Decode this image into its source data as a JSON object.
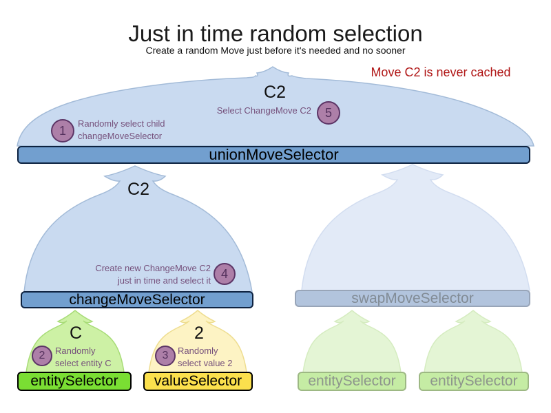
{
  "header": {
    "title": "Just in time random selection",
    "subtitle": "Create a random Move just before it's needed and no sooner"
  },
  "warning": "Move C2 is never cached",
  "union_selector": {
    "bar_label": "unionMoveSelector",
    "selected_move": "C2"
  },
  "change_selector": {
    "bar_label": "changeMoveSelector",
    "selected_move": "C2"
  },
  "swap_selector": {
    "bar_label": "swapMoveSelector"
  },
  "entity_selector": {
    "bar_label": "entitySelector",
    "selected_move": "C"
  },
  "value_selector": {
    "bar_label": "valueSelector",
    "selected_move": "2"
  },
  "faded_entity_selector_1": {
    "bar_label": "entitySelector"
  },
  "faded_entity_selector_2": {
    "bar_label": "entitySelector"
  },
  "steps": {
    "s1": {
      "num": "1",
      "line1": "Randomly select child",
      "line2": "changeMoveSelector"
    },
    "s2": {
      "num": "2",
      "line1": "Randomly",
      "line2": "select entity C"
    },
    "s3": {
      "num": "3",
      "line1": "Randomly",
      "line2": "select value 2"
    },
    "s4": {
      "num": "4",
      "line1": "Create new ChangeMove C2",
      "line2": "just in time and select it"
    },
    "s5": {
      "num": "5",
      "line1": "Select ChangeMove C2"
    }
  },
  "colors": {
    "warning_red": "#b01616",
    "selector_bar_blue": "#729fcf",
    "selection_dome_blue": "#c9daf0",
    "faded_dome_blue": "#e2eaf7",
    "faded_bar_blue": "#b2c4dd",
    "entity_bar_green": "#7ade33",
    "entity_dome_green": "#cdf1a5",
    "faded_entity_bar_green": "#c5eca4",
    "faded_entity_dome_green": "#e4f5d5",
    "value_bar_yellow": "#fbe04d",
    "value_dome_yellow": "#fdf3c4",
    "step_circle_plum": "#ad7fa8",
    "note_purple": "#75507b"
  }
}
